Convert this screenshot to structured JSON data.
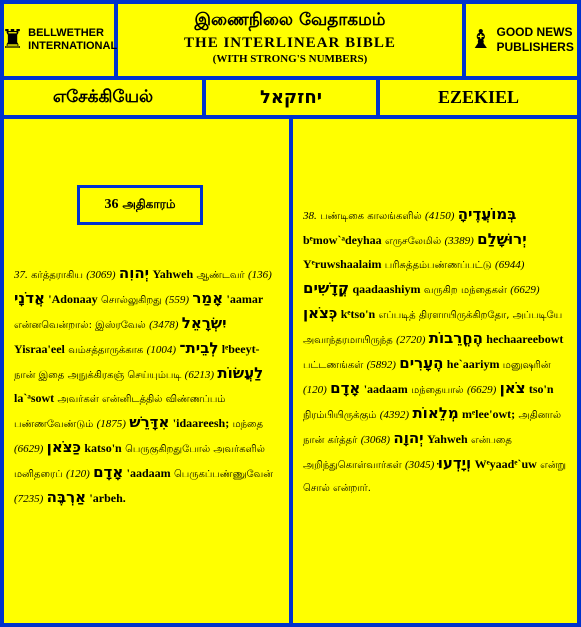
{
  "header": {
    "left_logo": [
      "BELLWETHER",
      "INTERNATIONAL"
    ],
    "title_tamil": "இணைநிலை வேதாகமம்",
    "title_english": "THE   INTERLINEAR  BIBLE",
    "subtitle": "(WITH STRONG'S NUMBERS)",
    "right_logo": [
      "GOOD NEWS",
      "PUBLISHERS"
    ]
  },
  "book": {
    "tamil": "எசேக்கியேல்",
    "hebrew": "יחזקאל",
    "english": "EZEKIEL"
  },
  "chapter": {
    "number": "36",
    "label": "அதிகாரம்"
  },
  "left_column": [
    {
      "t": "num",
      "v": "37."
    },
    {
      "t": "ta",
      "v": "கர்த்தராகிய"
    },
    {
      "t": "num",
      "v": "(3069)"
    },
    {
      "t": "heb",
      "v": "יְהוִה"
    },
    {
      "t": "tr",
      "v": "Yahweh"
    },
    {
      "t": "ta",
      "v": "ஆண்டவர்"
    },
    {
      "t": "num",
      "v": "(136)"
    },
    {
      "t": "heb",
      "v": "אֲדֹנָי"
    },
    {
      "t": "tr",
      "v": "'Adonaay"
    },
    {
      "t": "ta",
      "v": "சொல்லுகிறது"
    },
    {
      "t": "num",
      "v": "(559)"
    },
    {
      "t": "heb",
      "v": "אָמַר"
    },
    {
      "t": "tr",
      "v": "'aamar"
    },
    {
      "t": "ta",
      "v": "என்னவென்றால்: இஸ்ரவேல்"
    },
    {
      "t": "num",
      "v": "(3478)"
    },
    {
      "t": "heb",
      "v": "יִשְׂרָאֵל"
    },
    {
      "t": "tr",
      "v": "Yisraa'eel"
    },
    {
      "t": "ta",
      "v": "வம்சத்தாருக்காக"
    },
    {
      "t": "num",
      "v": "(1004)"
    },
    {
      "t": "heb",
      "v": "לְבֵית־"
    },
    {
      "t": "tr",
      "v": "lᵉbeeyt-"
    },
    {
      "t": "ta",
      "v": "நான் இதை"
    },
    {
      "t": "ta",
      "v": "அநுக்கிரகஞ் செய்யும்படி"
    },
    {
      "t": "num",
      "v": "(6213)"
    },
    {
      "t": "heb",
      "v": "לַעֲשׂוֹת"
    },
    {
      "t": "tr",
      "v": "la`ᵃsowt"
    },
    {
      "t": "ta",
      "v": "அவர்கள் என்னிடத்தில் விண்ணப்பம் பண்ணவேண்டும்"
    },
    {
      "t": "num",
      "v": "(1875)"
    },
    {
      "t": "heb",
      "v": "אִדָּרֵשׁ"
    },
    {
      "t": "tr",
      "v": "'idaareesh;"
    },
    {
      "t": "ta",
      "v": "மந்தை"
    },
    {
      "t": "num",
      "v": "(6629)"
    },
    {
      "t": "heb",
      "v": "כַּצֹּאן"
    },
    {
      "t": "tr",
      "v": "katso'n"
    },
    {
      "t": "ta",
      "v": "பெருகுகிறதுபோல் அவர்களில் மனிதரைப்"
    },
    {
      "t": "num",
      "v": "(120)"
    },
    {
      "t": "heb",
      "v": "אָדָם"
    },
    {
      "t": "tr",
      "v": "'aadaam"
    },
    {
      "t": "ta",
      "v": "பெருகப்பண்ணுவேன்"
    },
    {
      "t": "num",
      "v": "(7235)"
    },
    {
      "t": "heb",
      "v": "אַרְבֶּה"
    },
    {
      "t": "tr",
      "v": "'arbeh."
    }
  ],
  "right_column": [
    {
      "t": "num",
      "v": "38."
    },
    {
      "t": "ta",
      "v": "பண்டிகை காலங்களில்"
    },
    {
      "t": "num",
      "v": "(4150)"
    },
    {
      "t": "heb",
      "v": "בְּמוֹעֲדֶיהָ"
    },
    {
      "t": "tr",
      "v": "bᵉmow`ᵃdeyhaa"
    },
    {
      "t": "ta",
      "v": "எருசலேமில்"
    },
    {
      "t": "num",
      "v": "(3389)"
    },
    {
      "t": "heb",
      "v": "יְרוּשָׁלִַם"
    },
    {
      "t": "tr",
      "v": "Yᵉruwshaalaim"
    },
    {
      "t": "ta",
      "v": "பரிசுத்தம்பண்ணப்பட்டு"
    },
    {
      "t": "num",
      "v": "(6944)"
    },
    {
      "t": "heb",
      "v": "קֳדָשִׁים"
    },
    {
      "t": "tr",
      "v": "qaadaashiym"
    },
    {
      "t": "ta",
      "v": "வருகிற"
    },
    {
      "t": "ta",
      "v": "மந்தைகள்"
    },
    {
      "t": "num",
      "v": "(6629)"
    },
    {
      "t": "heb",
      "v": "כְּצֹאן"
    },
    {
      "t": "tr",
      "v": "kᵉtso'n"
    },
    {
      "t": "ta",
      "v": "எப்படித் திரளாயிருக்கிறதோ, அப்படியே"
    },
    {
      "t": "ta",
      "v": "அவாந்தரமாயிருந்த"
    },
    {
      "t": "num",
      "v": "(2720)"
    },
    {
      "t": "heb",
      "v": "הֶחֳרֵבוֹת"
    },
    {
      "t": "tr",
      "v": "hechaareebowt"
    },
    {
      "t": "ta",
      "v": "பட்டணங்கள்"
    },
    {
      "t": "num",
      "v": "(5892)"
    },
    {
      "t": "heb",
      "v": "הֶעָרִים"
    },
    {
      "t": "tr",
      "v": "he`aariym"
    },
    {
      "t": "ta",
      "v": "மனுஷரின்"
    },
    {
      "t": "num",
      "v": "(120)"
    },
    {
      "t": "heb",
      "v": "אָדָם"
    },
    {
      "t": "tr",
      "v": "'aadaam"
    },
    {
      "t": "ta",
      "v": "மந்தையால்"
    },
    {
      "t": "num",
      "v": "(6629)"
    },
    {
      "t": "heb",
      "v": "צֹאן"
    },
    {
      "t": "tr",
      "v": "tso'n"
    },
    {
      "t": "ta",
      "v": "நிரம்பியிருக்கும்"
    },
    {
      "t": "num",
      "v": "(4392)"
    },
    {
      "t": "heb",
      "v": "מְלֵאוֹת"
    },
    {
      "t": "tr",
      "v": "mᵉlee'owt;"
    },
    {
      "t": "ta",
      "v": "அதினால் நான் கர்த்தர்"
    },
    {
      "t": "num",
      "v": "(3068)"
    },
    {
      "t": "heb",
      "v": "יְהוָה"
    },
    {
      "t": "tr",
      "v": "Yahweh"
    },
    {
      "t": "ta",
      "v": "என்பதை"
    },
    {
      "t": "ta",
      "v": "அறிந்துகொள்வார்கள்"
    },
    {
      "t": "num",
      "v": "(3045)"
    },
    {
      "t": "heb",
      "v": "וְיָדְעוּ"
    },
    {
      "t": "tr",
      "v": "Wᵉyaadᵉ`uw"
    },
    {
      "t": "ta",
      "v": "என்று சொல் என்றார்."
    }
  ]
}
